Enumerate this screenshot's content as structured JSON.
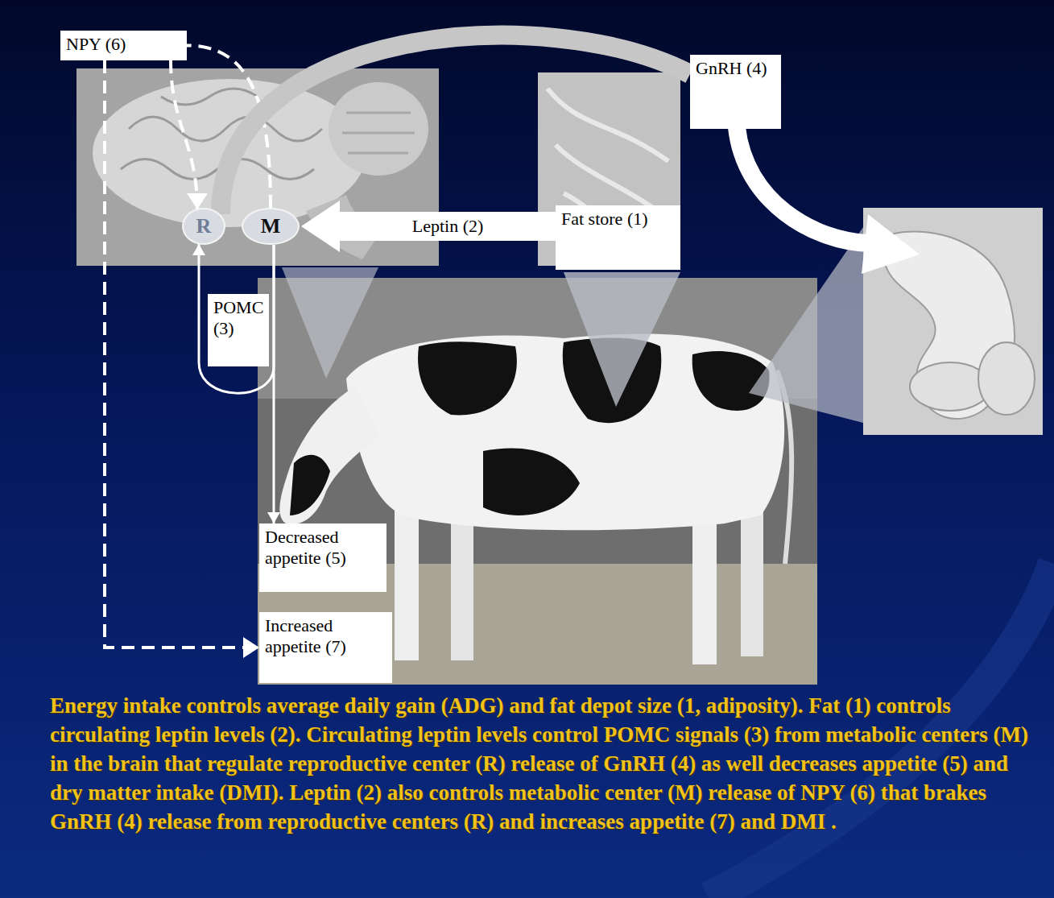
{
  "diagram": {
    "caption": "Energy intake controls average daily gain (ADG) and fat depot size (1, adiposity). Fat (1) controls circulating leptin levels (2). Circulating leptin levels control POMC signals (3) from metabolic centers (M) in the brain that regulate reproductive center (R) release of GnRH (4) as well decreases appetite (5) and dry matter intake (DMI). Leptin (2) also controls metabolic center (M) release of NPY (6) that brakes GnRH (4) release from reproductive centers (R) and increases appetite (7) and DMI .",
    "nodes": [
      {
        "text": [
          "NPY (6)"
        ]
      },
      {
        "text": [
          "GnRH (4)"
        ]
      },
      {
        "text": [
          "Fat store (1)"
        ]
      },
      {
        "text": [
          "R"
        ]
      },
      {
        "text": [
          "M"
        ]
      },
      {
        "text": [
          "POMC (3)"
        ]
      },
      {
        "text": [
          "Decreased appetite (5)"
        ]
      },
      {
        "text": [
          "Increased appetite (7)"
        ]
      }
    ],
    "edges": [
      {
        "from": 2,
        "to": 4,
        "label": "Leptin (2)",
        "arrow": "to"
      },
      {
        "from": 4,
        "to": 6,
        "arrow": "to"
      },
      {
        "from": 4,
        "to": 3,
        "arrow": "to"
      },
      {
        "from": 4,
        "to": 0,
        "arrow": "none"
      },
      {
        "from": 0,
        "to": 3,
        "arrow": "to"
      },
      {
        "from": 0,
        "to": 7,
        "arrow": "to"
      },
      {
        "from": 3,
        "to": 1,
        "arrow": "none"
      }
    ]
  }
}
